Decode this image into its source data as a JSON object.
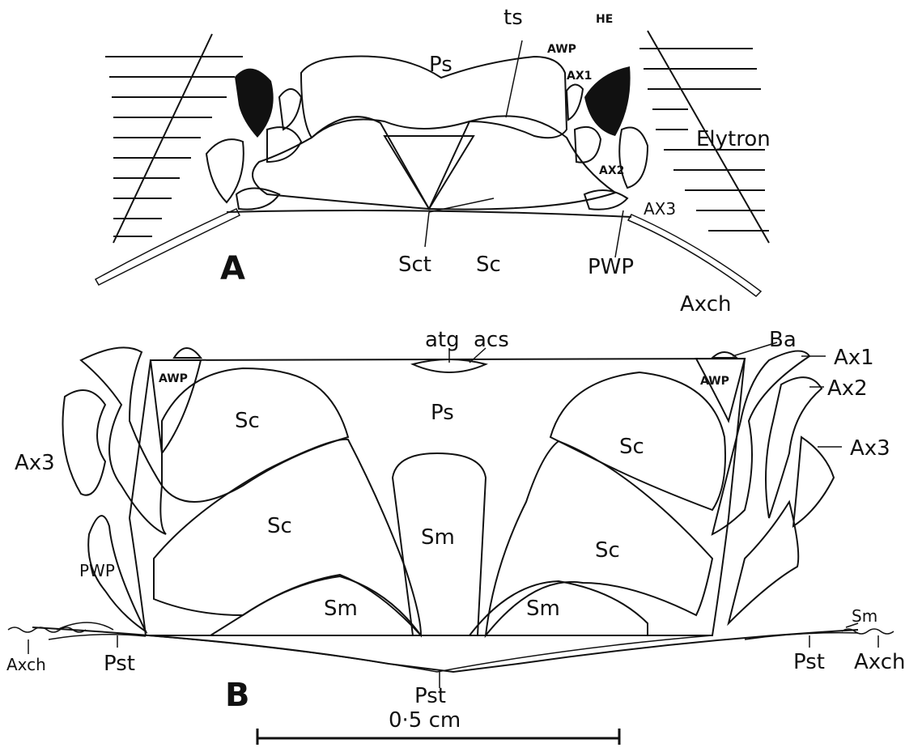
{
  "figure_a": {
    "panel_label": "A",
    "labels": {
      "ps": "Ps",
      "ts": "ts",
      "awp": "AWP",
      "he": "HE",
      "ax1": "AX1",
      "ax2": "AX2",
      "ax3": "AX3",
      "elytron": "Elytron",
      "sct": "Sct",
      "sc": "Sc",
      "pwp": "PWP",
      "axch": "Axch"
    }
  },
  "figure_b": {
    "panel_label": "B",
    "labels": {
      "atg": "atg",
      "acs": "acs",
      "ba": "Ba",
      "ax1": "Ax1",
      "ax2": "Ax2",
      "ax3_right": "Ax3",
      "ax3_left": "Ax3",
      "awp_left": "AWP",
      "awp_right": "AWP",
      "ps": "Ps",
      "sc_ul": "Sc",
      "sc_ur": "Sc",
      "sc_ll": "Sc",
      "sc_lr": "Sc",
      "sm_center": "Sm",
      "sm_left": "Sm",
      "sm_right": "Sm",
      "sm_edge": "Sm",
      "pwp": "PWP",
      "axch_left": "Axch",
      "axch_right": "Axch",
      "pst_left": "Pst",
      "pst_center": "Pst",
      "pst_right": "Pst"
    }
  },
  "scale_bar": {
    "label": "0·5 cm"
  }
}
